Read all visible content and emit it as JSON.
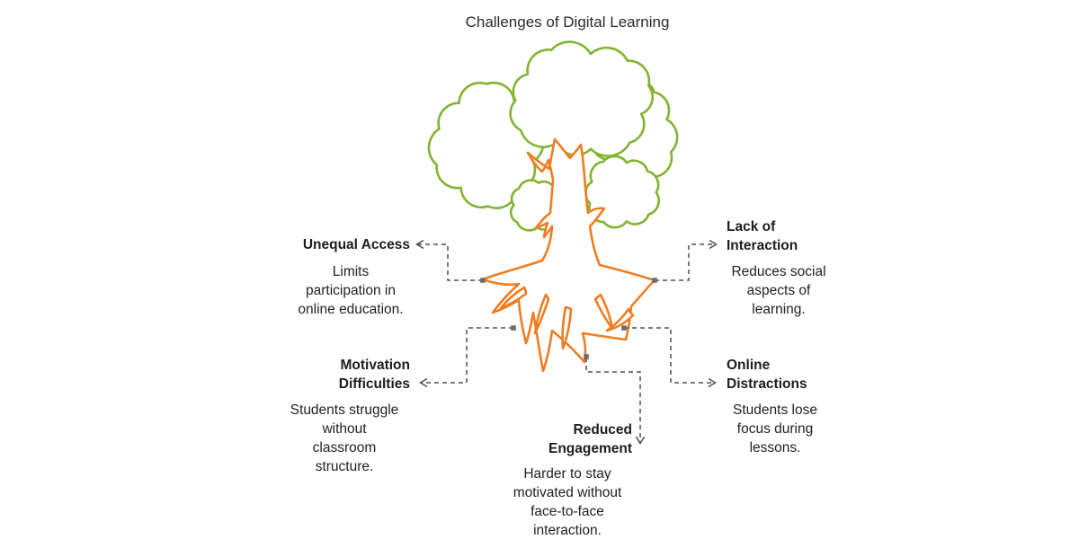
{
  "title": "Challenges of Digital Learning",
  "colors": {
    "background": "#FFFFFF",
    "canopy_green": "#82B431",
    "trunk_orange": "#F07D22",
    "connector_gray": "#4F4F4F",
    "text_dark": "#1D1D1D"
  },
  "icons": {
    "tree": "tree-with-roots-illustration",
    "canopy": "cloud-canopy",
    "roots": "root-system",
    "arrowhead": "small-open-arrow",
    "connection_marker": "small-gray-square"
  },
  "nodes": [
    {
      "id": "unequal-access",
      "label": "Unequal Access",
      "description": "Limits\nparticipation in\nonline education."
    },
    {
      "id": "lack-of-interaction",
      "label": "Lack of\nInteraction",
      "description": "Reduces social\naspects of\nlearning."
    },
    {
      "id": "motivation-difficulties",
      "label": "Motivation\nDifficulties",
      "description": "Students struggle\nwithout\nclassroom\nstructure."
    },
    {
      "id": "online-distractions",
      "label": "Online\nDistractions",
      "description": "Students lose\nfocus during\nlessons."
    },
    {
      "id": "reduced-engagement",
      "label": "Reduced\nEngagement",
      "description": "Harder to stay\nmotivated without\nface-to-face\ninteraction."
    }
  ]
}
